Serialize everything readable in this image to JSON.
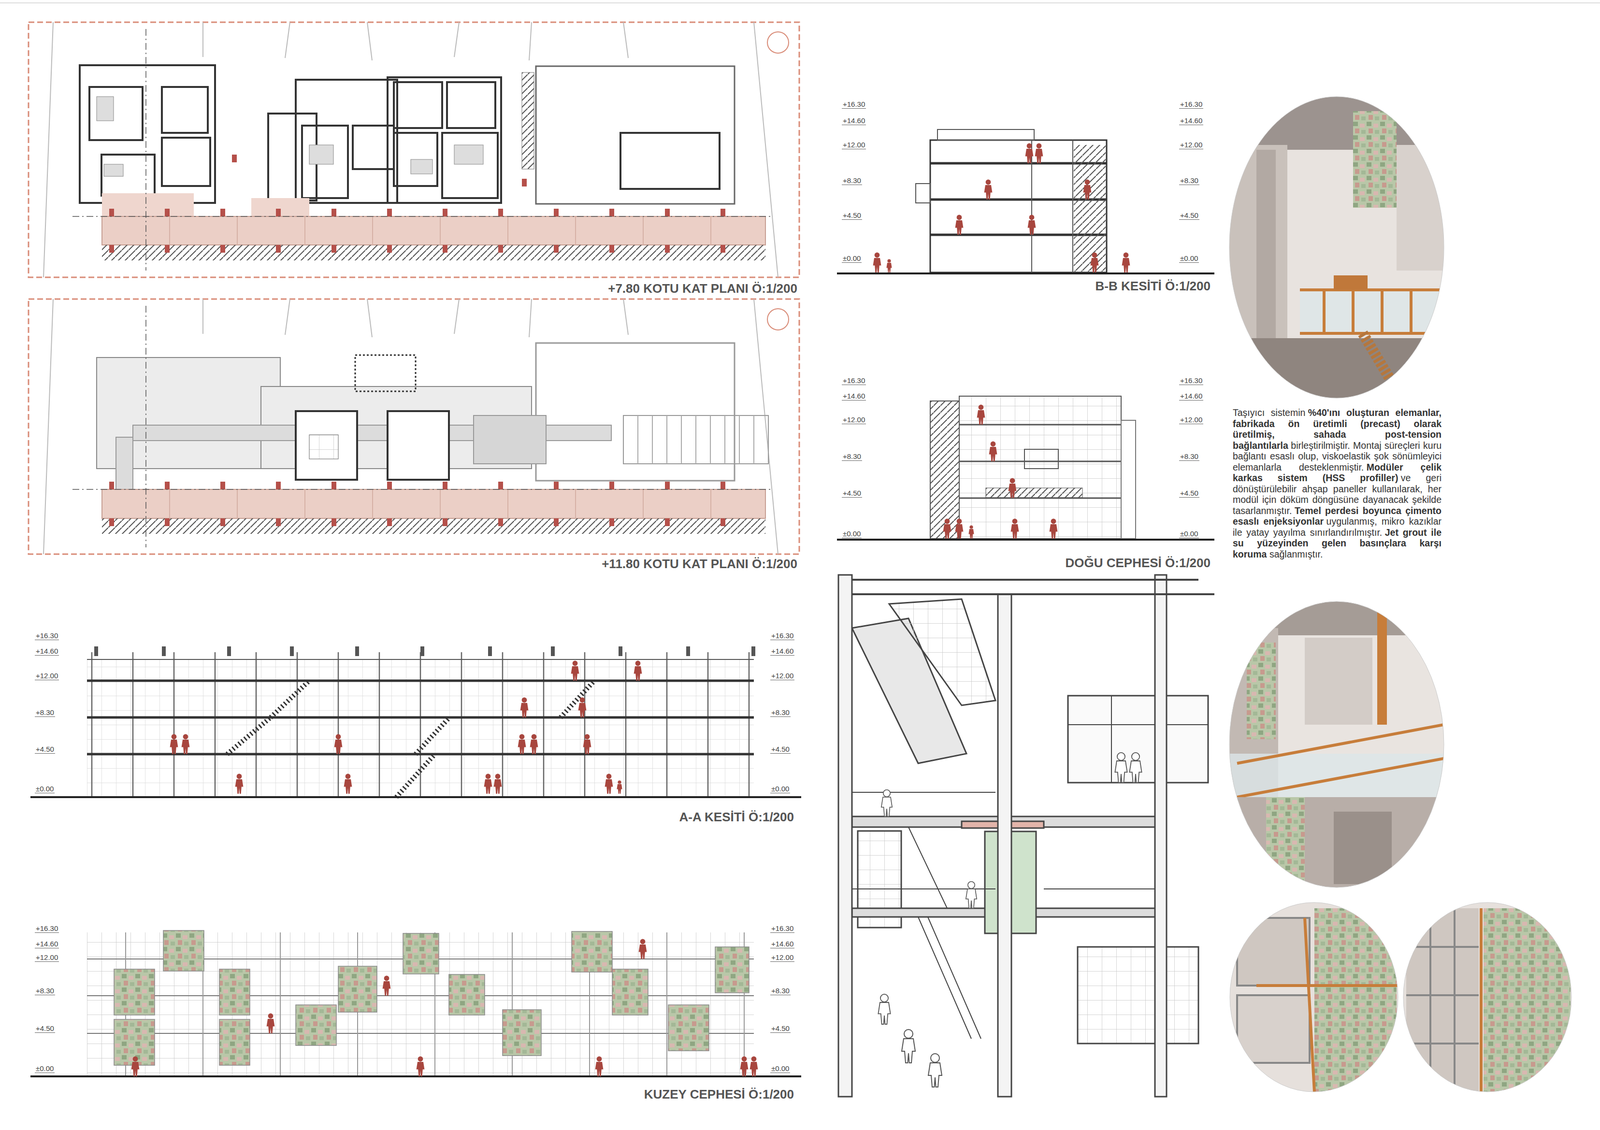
{
  "diagram": {
    "labels": [
      "+7.80 KOTU KAT PLANI Ö:1/200",
      "+11.80 KOTU KAT PLANI Ö:1/200",
      "A-A KESİTİ Ö:1/200",
      "KUZEY CEPHESİ Ö:1/200",
      "B-B KESİTİ Ö:1/200",
      "DOĞU CEPHESİ Ö:1/200",
      "Taşıyıcı sistemin",
      "%40'ını oluşturan elemanlar, fabrikada ön üretimli (precast) olarak üretilmiş, sahada post-tension bağlantılarla",
      "birleştirilmiştir. Montaj süreçleri kuru bağlantı esaslı olup, viskoelastik şok sönümleyici elemanlarla desteklenmiştir.",
      "Modüler çelik karkas sistem (HSS profiller)",
      "ve geri dönüştürülebilir ahşap paneller kullanılarak, her modül için döküm döngüsüne dayanacak şekilde tasarlanmıştır.",
      "Temel perdesi boyunca çimento esaslı enjeksiyonlar",
      "uygulanmış, mikro kazıklar ile yatay yayılma sınırlandırılmıştır.",
      "Jet grout ile su yüzeyinden gelen basınçlara karşı koruma",
      "sağlanmıştır.",
      "+16.30",
      "+14.60",
      "+12.00",
      "+8.30",
      "+4.50",
      "±0.00",
      "+16.30",
      "+14.60",
      "+12.00",
      "+8.30",
      "+4.50",
      "±0.00",
      "+16.30",
      "+14.60",
      "+12.00",
      "+8.30",
      "+4.50",
      "±0.00",
      "+16.30",
      "+14.60",
      "+12.00",
      "+8.30",
      "+4.50",
      "±0.00",
      "+16.30",
      "+14.60",
      "+12.00",
      "+8.30",
      "+4.50",
      "±0.00",
      "+16.30",
      "+14.60",
      "+12.00",
      "+8.30",
      "+4.50",
      "±0.00",
      "+16.30",
      "+14.60",
      "+12.00",
      "+8.30",
      "+4.50",
      "±0.00",
      "+16.30",
      "+14.60",
      "+12.00",
      "+8.30",
      "+4.50",
      "±0.00"
    ]
  }
}
